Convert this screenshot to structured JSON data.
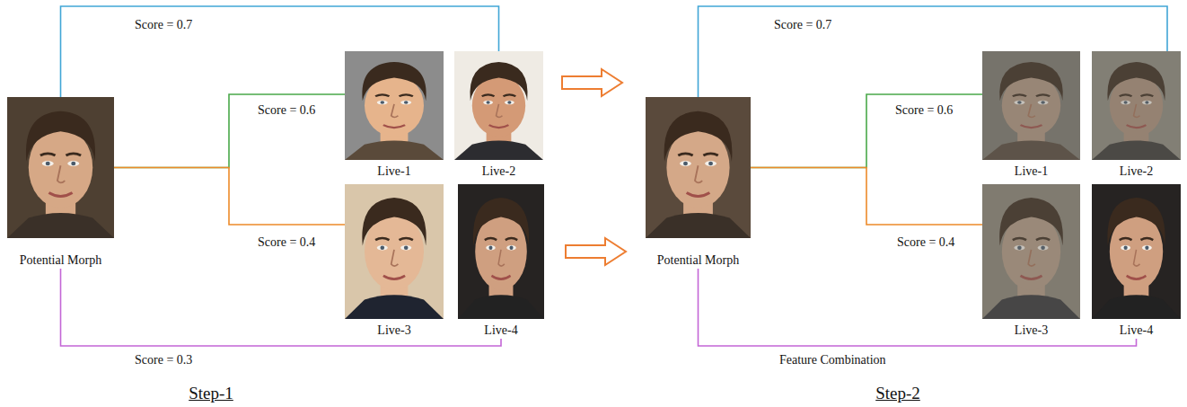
{
  "diagram": {
    "nodes": [
      {
        "text": [
          "Potential Morph"
        ]
      },
      {
        "text": [
          "Live-1"
        ]
      },
      {
        "text": [
          "Live-2"
        ]
      },
      {
        "text": [
          "Live-3"
        ]
      },
      {
        "text": [
          "Live-4"
        ]
      },
      {
        "text": [
          "Potential Morph"
        ]
      },
      {
        "text": [
          "Live-1"
        ]
      },
      {
        "text": [
          "Live-2"
        ]
      },
      {
        "text": [
          "Live-3"
        ]
      },
      {
        "text": [
          "Live-4"
        ]
      }
    ],
    "edges": [
      {
        "from": 0,
        "to": 2,
        "label": "Score = 0.7",
        "arrow": "none"
      },
      {
        "from": 0,
        "to": 1,
        "label": "Score = 0.6",
        "arrow": "none"
      },
      {
        "from": 0,
        "to": 3,
        "label": "Score = 0.4",
        "arrow": "none"
      },
      {
        "from": 0,
        "to": 4,
        "label": "Score = 0.3",
        "arrow": "none"
      },
      {
        "from": 5,
        "to": 7,
        "label": "Score = 0.7",
        "arrow": "none"
      },
      {
        "from": 5,
        "to": 6,
        "label": "Score = 0.6",
        "arrow": "none"
      },
      {
        "from": 5,
        "to": 8,
        "label": "Score = 0.4",
        "arrow": "none"
      },
      {
        "from": 5,
        "to": 9,
        "label": "Feature Combination",
        "arrow": "none"
      }
    ],
    "labels": [
      "Step-1",
      "Step-2"
    ]
  }
}
